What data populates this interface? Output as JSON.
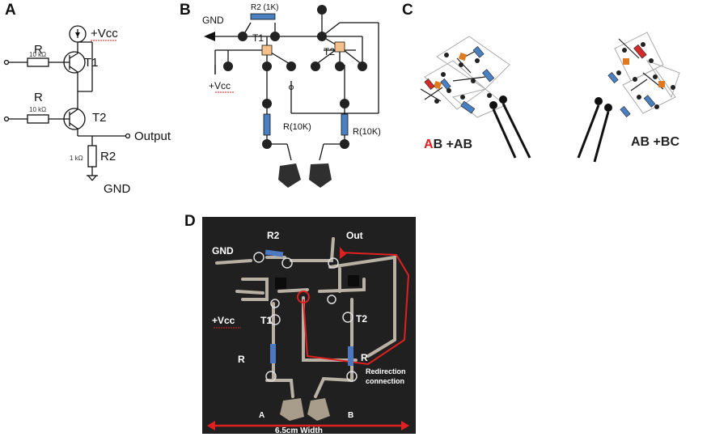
{
  "panels": {
    "a": "A",
    "b": "B",
    "c": "C",
    "d": "D"
  },
  "panel_a": {
    "vcc": "+Vcc",
    "r_top": "R",
    "r_top_val": "10 kΩ",
    "r_bot": "R",
    "r_bot_val": "10 kΩ",
    "t1": "T1",
    "t2": "T2",
    "output": "Output",
    "r2": "R2",
    "r2_val": "1 kΩ",
    "gnd": "GND"
  },
  "panel_b": {
    "gnd": "GND",
    "r2": "R2 (1K)",
    "t1": "T1",
    "t2": "T2",
    "vcc": "+Vcc",
    "r_left": "R(10K)",
    "r_right": "R(10K)"
  },
  "panel_c": {
    "left_a": "A",
    "left_rest": "B +AB",
    "right": "AB +BC"
  },
  "panel_d": {
    "gnd": "GND",
    "r2": "R2",
    "out": "Out",
    "vcc": "+Vcc",
    "t1": "T1",
    "t2": "T2",
    "r_left": "R",
    "r_right": "R",
    "redirect_1": "Redirection",
    "redirect_2": "connection",
    "a": "A",
    "b": "B",
    "width": "6.5cm Width"
  },
  "colors": {
    "resistor_blue": "#4a7fc1",
    "transistor_orange": "#f5c08a",
    "red": "#e02020",
    "underline_red": "#d22"
  }
}
